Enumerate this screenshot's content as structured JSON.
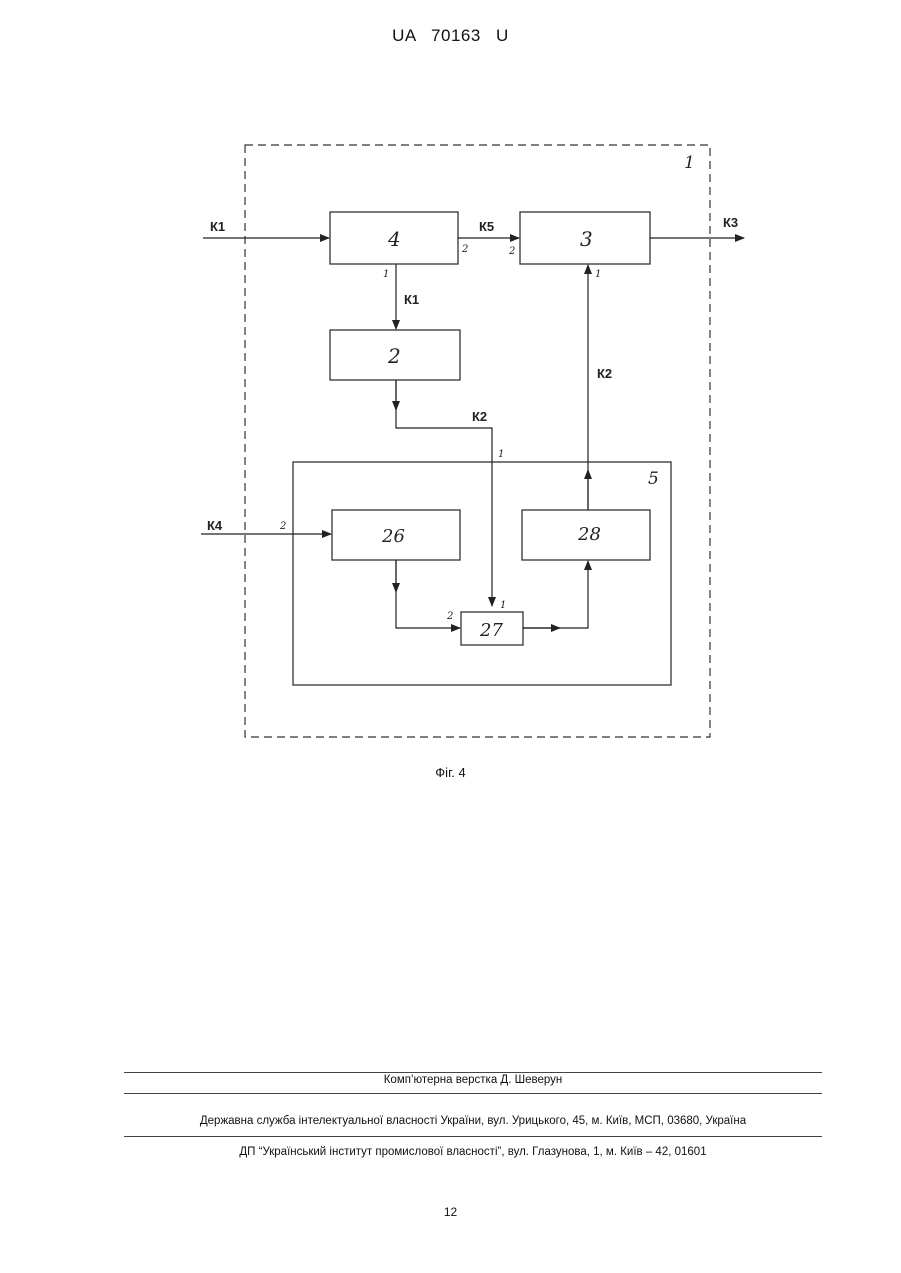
{
  "header": {
    "doc_id": "UA   70163   U"
  },
  "diagram": {
    "system_number": "1",
    "subsystem_number": "5",
    "blocks": {
      "b4": "4",
      "b3": "3",
      "b2": "2",
      "b26": "26",
      "b27": "27",
      "b28": "28"
    },
    "signals": {
      "k1_in": "К1",
      "k5": "К5",
      "k3_out": "К3",
      "k1_down": "К1",
      "k2_left": "К2",
      "k2_right": "К2",
      "k4_in": "К4"
    },
    "ports": {
      "b4_out2": "2",
      "b3_in2": "2",
      "b4_out1": "1",
      "b3_in1": "1",
      "sub5_in1": "1",
      "sub5_in2": "2",
      "b27_in2": "2",
      "b27_in1": "1"
    }
  },
  "figure_caption": "Фіг. 4",
  "footer": {
    "layout": "Комп’ютерна верстка Д. Шеверун",
    "agency": "Державна служба інтелектуальної власності України, вул. Урицького, 45, м. Київ, МСП, 03680, Україна",
    "institute": "ДП “Український інститут промислової власності”, вул. Глазунова, 1, м. Київ – 42, 01601"
  },
  "page_number": "12"
}
